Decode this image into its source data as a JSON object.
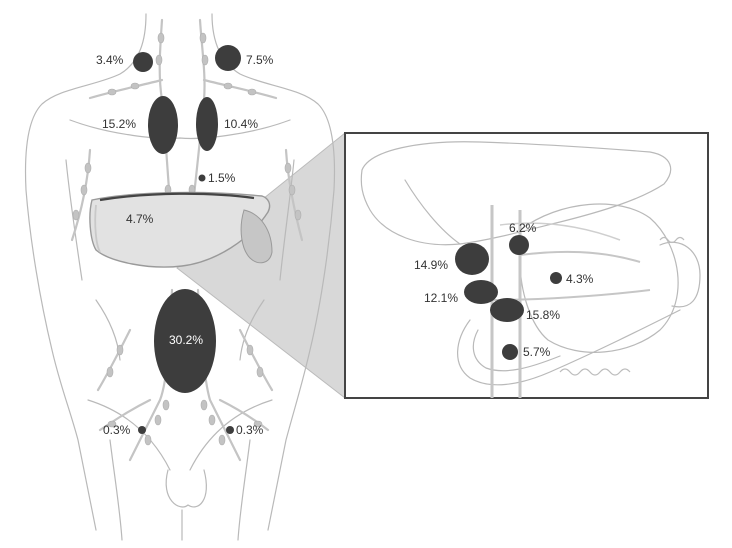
{
  "colors": {
    "metastasis": "#3d3d3d",
    "liver_fill": "#e2e2e2",
    "lymph_node": "#c3c3c3",
    "outline": "#b9b9b9",
    "zoom_cone": "#d8d8d8",
    "inset_border": "#444444"
  },
  "body_labels": [
    {
      "id": "left-supraclavicular",
      "text": "3.4%"
    },
    {
      "id": "right-supraclavicular",
      "text": "7.5%"
    },
    {
      "id": "left-mediastinal",
      "text": "15.2%"
    },
    {
      "id": "right-mediastinal",
      "text": "10.4%"
    },
    {
      "id": "lower-mediastinal",
      "text": "1.5%"
    },
    {
      "id": "liver",
      "text": "4.7%"
    },
    {
      "id": "para-aortic",
      "text": "30.2%"
    },
    {
      "id": "left-inguinal",
      "text": "0.3%"
    },
    {
      "id": "right-inguinal",
      "text": "0.3%"
    }
  ],
  "inset_labels": [
    {
      "id": "inset-upper",
      "text": "6.2%"
    },
    {
      "id": "inset-left",
      "text": "14.9%"
    },
    {
      "id": "inset-right",
      "text": "4.3%"
    },
    {
      "id": "inset-mid-left",
      "text": "12.1%"
    },
    {
      "id": "inset-mid",
      "text": "15.8%"
    },
    {
      "id": "inset-lower",
      "text": "5.7%"
    }
  ]
}
